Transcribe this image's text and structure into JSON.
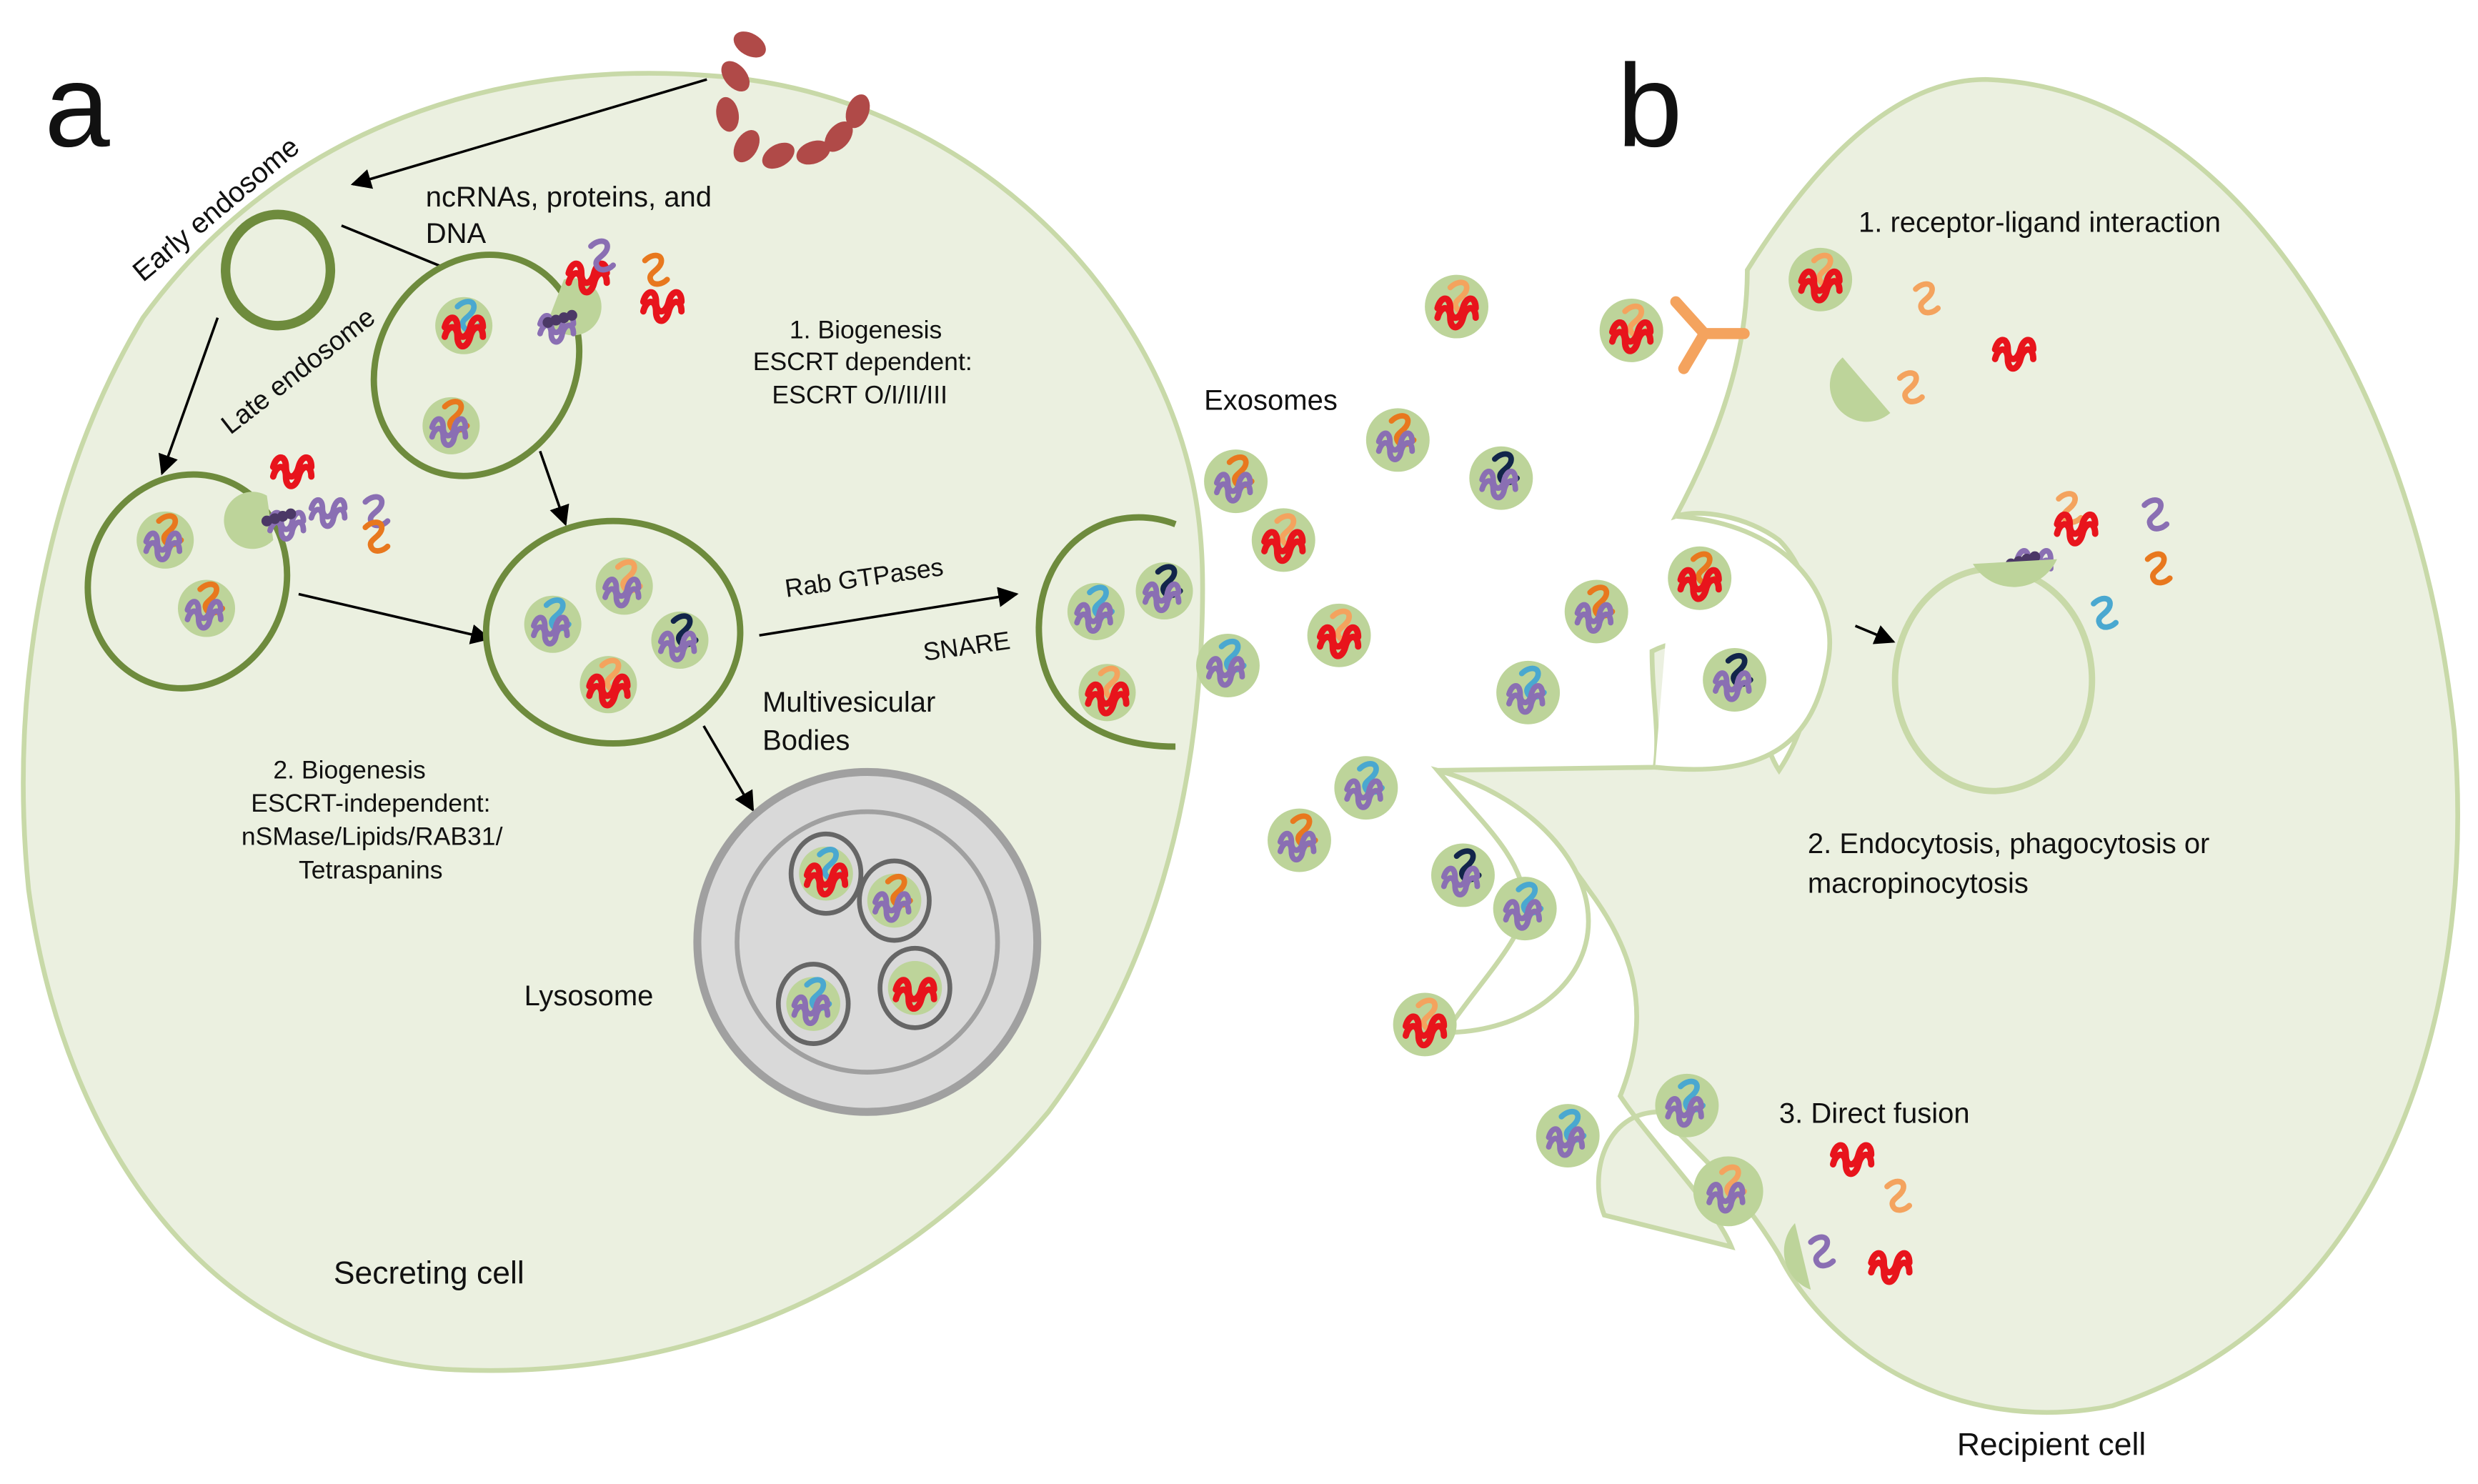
{
  "panels": {
    "a": "a",
    "b": "b"
  },
  "labels": {
    "early_endosome": "Early endosome",
    "late_endosome": "Late endosome",
    "cargo_line1": "ncRNAs, proteins, and",
    "cargo_line2": "DNA",
    "biogenesis1_line1": "1. Biogenesis",
    "biogenesis1_line2": "ESCRT dependent:",
    "biogenesis1_line3": "ESCRT O/I/II/III",
    "biogenesis2_line1": "2. Biogenesis",
    "biogenesis2_line2": "ESCRT-independent:",
    "biogenesis2_line3": "nSMase/Lipids/RAB31/",
    "biogenesis2_line4": "Tetraspanins",
    "rab": "Rab GTPases",
    "snare": "SNARE",
    "mvb_line1": "Multivesicular",
    "mvb_line2": "Bodies",
    "lysosome": "Lysosome",
    "exosomes": "Exosomes",
    "secreting_cell": "Secreting cell",
    "recipient_cell": "Recipient cell",
    "uptake1": "1. receptor-ligand interaction",
    "uptake2_line1": "2. Endocytosis, phagocytosis or",
    "uptake2_line2": "macropinocytosis",
    "uptake3": "3. Direct fusion"
  },
  "colors": {
    "cell_fill": "#ebf0e0",
    "cell_stroke": "#c8d9a8",
    "vesicle_fill": "#bdd49a",
    "endosome_stroke": "#6e8b3d",
    "lysosome_fill": "#d9d9d9",
    "lysosome_stroke": "#a0a0a0",
    "membrane_bead": "#b04a48",
    "rna_red": "#e8141c",
    "rna_purple": "#8a6fb3",
    "rna_orange": "#e8781e",
    "rna_light_orange": "#f4a35e",
    "rna_blue": "#4aa8d0",
    "rna_navy": "#12254a",
    "receptor": "#f4a35e"
  }
}
